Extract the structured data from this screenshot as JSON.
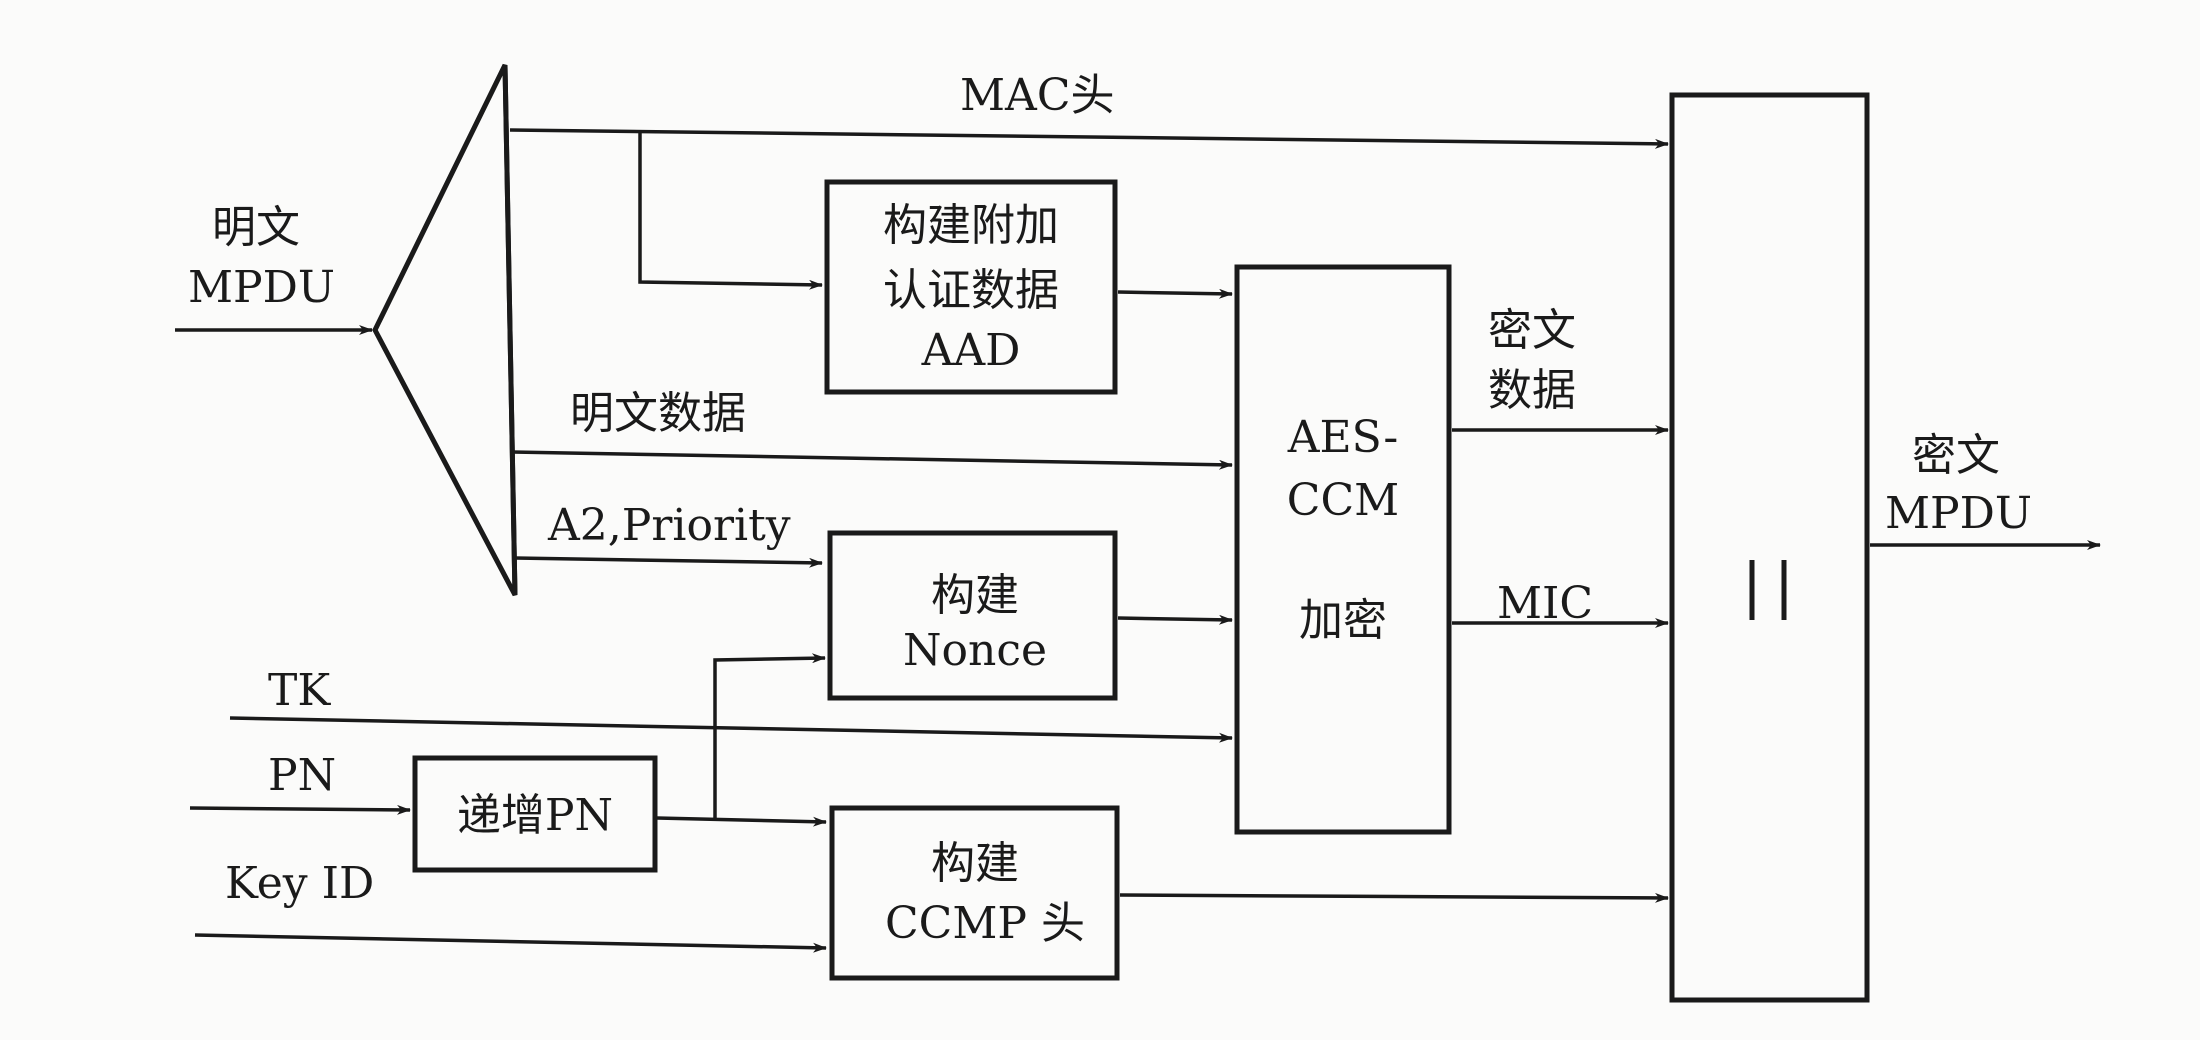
{
  "labels": {
    "plaintext_mpdu_line1": "明文",
    "plaintext_mpdu_line2": "MPDU",
    "mac_header": "MAC头",
    "plaintext_data": "明文数据",
    "a2_priority": "A2,Priority",
    "tk": "TK",
    "pn": "PN",
    "key_id": "Key ID",
    "ciphertext_data_line1": "密文",
    "ciphertext_data_line2": "数据",
    "mic": "MIC",
    "ciphertext_mpdu_line1": "密文",
    "ciphertext_mpdu_line2": "MPDU"
  },
  "boxes": {
    "aad_line1": "构建附加",
    "aad_line2": "认证数据",
    "aad_line3": "AAD",
    "aes_line1": "AES-",
    "aes_line2": "CCM",
    "aes_line3": "加密",
    "nonce_line1": "构建",
    "nonce_line2": "Nonce",
    "increment_pn": "递增PN",
    "ccmp_line1": "构建",
    "ccmp_line2": "CCMP 头",
    "concat_symbol": "||"
  }
}
